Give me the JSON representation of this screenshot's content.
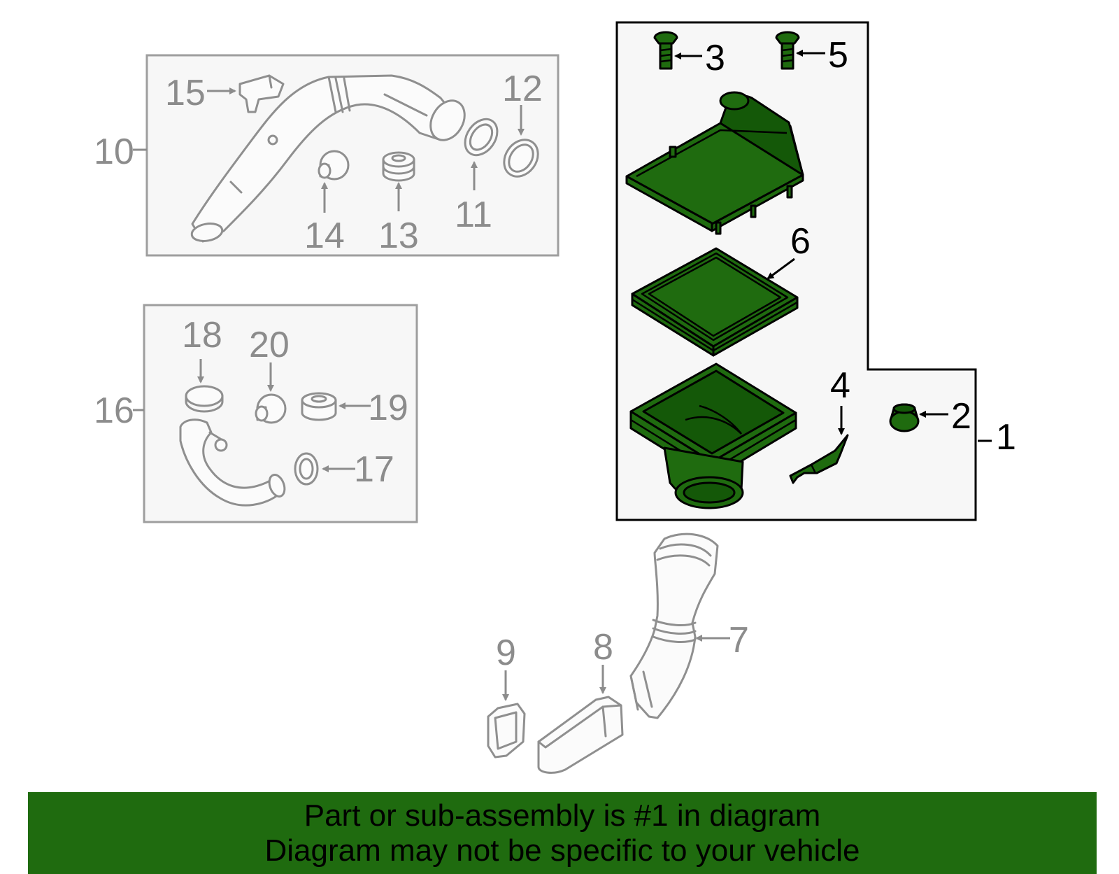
{
  "callouts": {
    "c1": "1",
    "c2": "2",
    "c3": "3",
    "c4": "4",
    "c5": "5",
    "c6": "6",
    "c7": "7",
    "c8": "8",
    "c9": "9",
    "c10": "10",
    "c11": "11",
    "c12": "12",
    "c13": "13",
    "c14": "14",
    "c15": "15",
    "c16": "16",
    "c17": "17",
    "c18": "18",
    "c19": "19",
    "c20": "20"
  },
  "footer": {
    "line1": "Part or sub-assembly is #1 in diagram",
    "line2": "Diagram may not be specific to your vehicle"
  },
  "colors": {
    "highlight_green": "#1f6b0f",
    "muted_gray": "#8c8c8c"
  }
}
